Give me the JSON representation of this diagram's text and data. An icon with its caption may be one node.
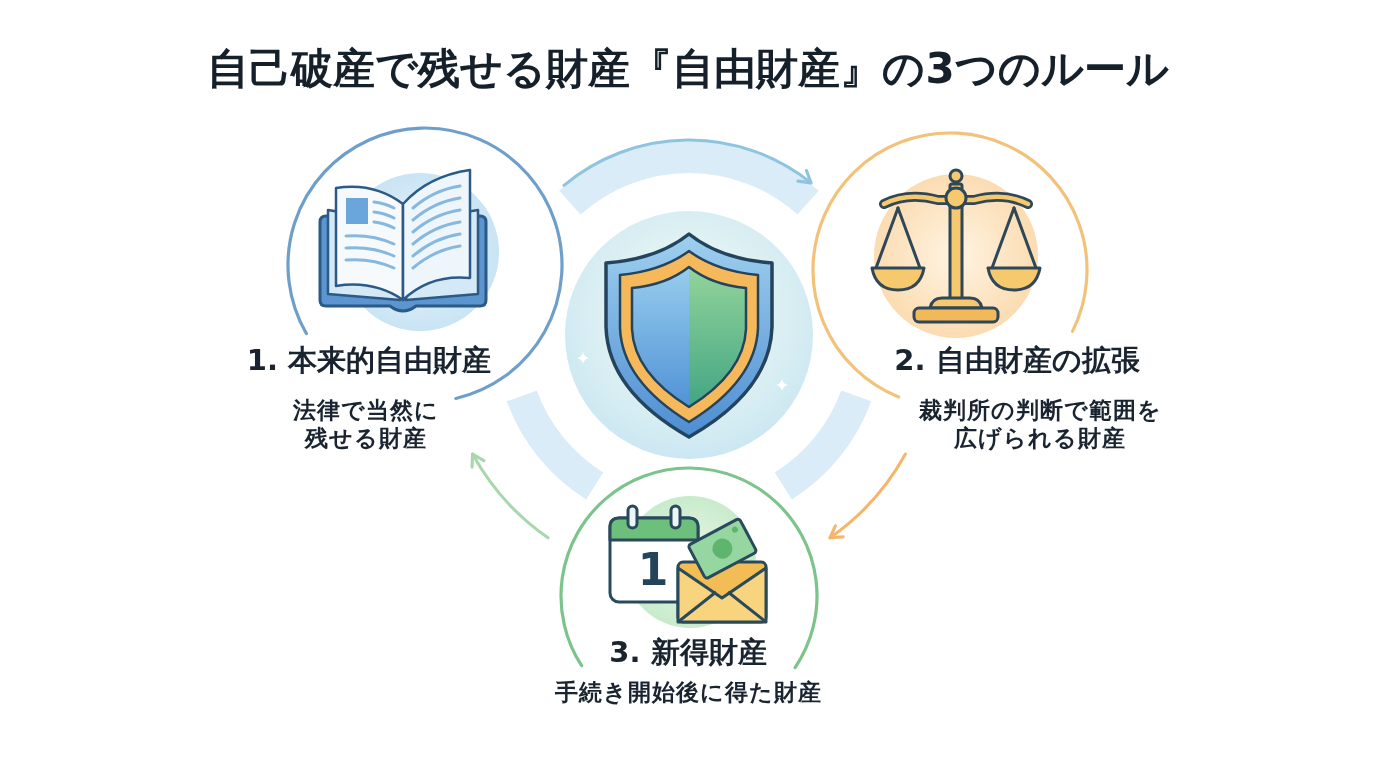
{
  "diagram": {
    "title": "自己破産で残せる財産『自由財産』の3つのルール",
    "nodes": [
      {
        "text": [
          "1. 本来的自由財産",
          "法律で当然に残せる財産"
        ]
      },
      {
        "text": [
          "2. 自由財産の拡張",
          "裁判所の判断で範囲を広げられる財産"
        ]
      },
      {
        "text": [
          "3. 新得財産",
          "手続き開始後に得た財産"
        ]
      },
      {
        "text": [],
        "shape": "picture"
      }
    ],
    "edges": [
      {
        "from": 0,
        "to": 1,
        "arrow": "to",
        "color": "#8fc4df"
      },
      {
        "from": 1,
        "to": 2,
        "arrow": "to",
        "color": "#f5b66b"
      },
      {
        "from": 2,
        "to": 0,
        "arrow": "to",
        "color": "#a9d7ad"
      }
    ],
    "labels": [
      "1"
    ]
  }
}
